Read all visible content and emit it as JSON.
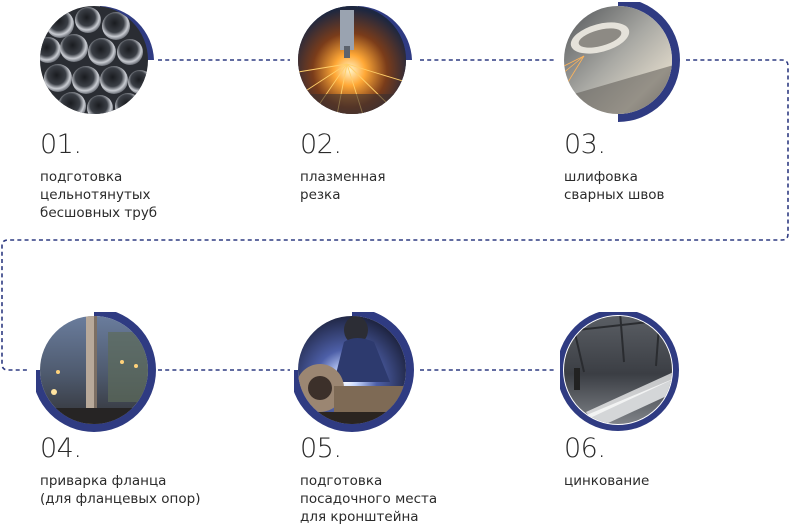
{
  "steps": [
    {
      "number": "01.",
      "lines": [
        "подготовка",
        "цельнотянутых",
        "бесшовных труб"
      ],
      "photo": "steel-pipes"
    },
    {
      "number": "02.",
      "lines": [
        "плазменная",
        "резка"
      ],
      "photo": "plasma-cutting"
    },
    {
      "number": "03.",
      "lines": [
        "шлифовка",
        "сварных швов"
      ],
      "photo": "weld-grinding"
    },
    {
      "number": "04.",
      "lines": [
        "приварка фланца",
        "(для фланцевых опор)"
      ],
      "photo": "flange-welding"
    },
    {
      "number": "05.",
      "lines": [
        "подготовка",
        "посадочного места",
        "для кронштейна"
      ],
      "photo": "welder-at-work"
    },
    {
      "number": "06.",
      "lines": [
        "цинкование"
      ],
      "photo": "galvanizing"
    }
  ],
  "colors": {
    "accent": "#2f3b82",
    "text": "#2b2b2b"
  }
}
